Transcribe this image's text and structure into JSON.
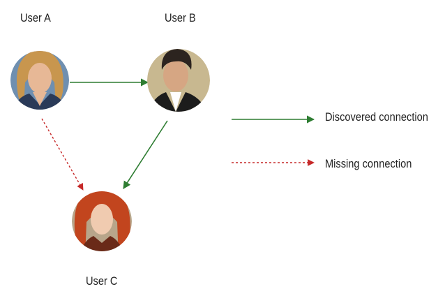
{
  "users": [
    {
      "id": "a",
      "name": "User A",
      "hair": "#c8964e",
      "skin": "#e7b896",
      "clothes": "#2a3a58",
      "bg": "#6f8fb0"
    },
    {
      "id": "b",
      "name": "User B",
      "hair": "#2c241f",
      "skin": "#d6a683",
      "clothes": "#1c1c1c",
      "bg": "#c8b890"
    },
    {
      "id": "c",
      "name": "User C",
      "hair": "#c2451e",
      "skin": "#f0cbb0",
      "clothes": "#6a2a18",
      "bg": "#b8a58a"
    }
  ],
  "connections": [
    {
      "from": "a",
      "to": "b",
      "type": "discovered"
    },
    {
      "from": "b",
      "to": "c",
      "type": "discovered"
    },
    {
      "from": "a",
      "to": "c",
      "type": "missing"
    }
  ],
  "legend": [
    {
      "type": "discovered",
      "label": "Discovered connection"
    },
    {
      "type": "missing",
      "label": "Missing connection"
    }
  ],
  "colors": {
    "discovered": "#2e7d32",
    "missing": "#c62828"
  }
}
